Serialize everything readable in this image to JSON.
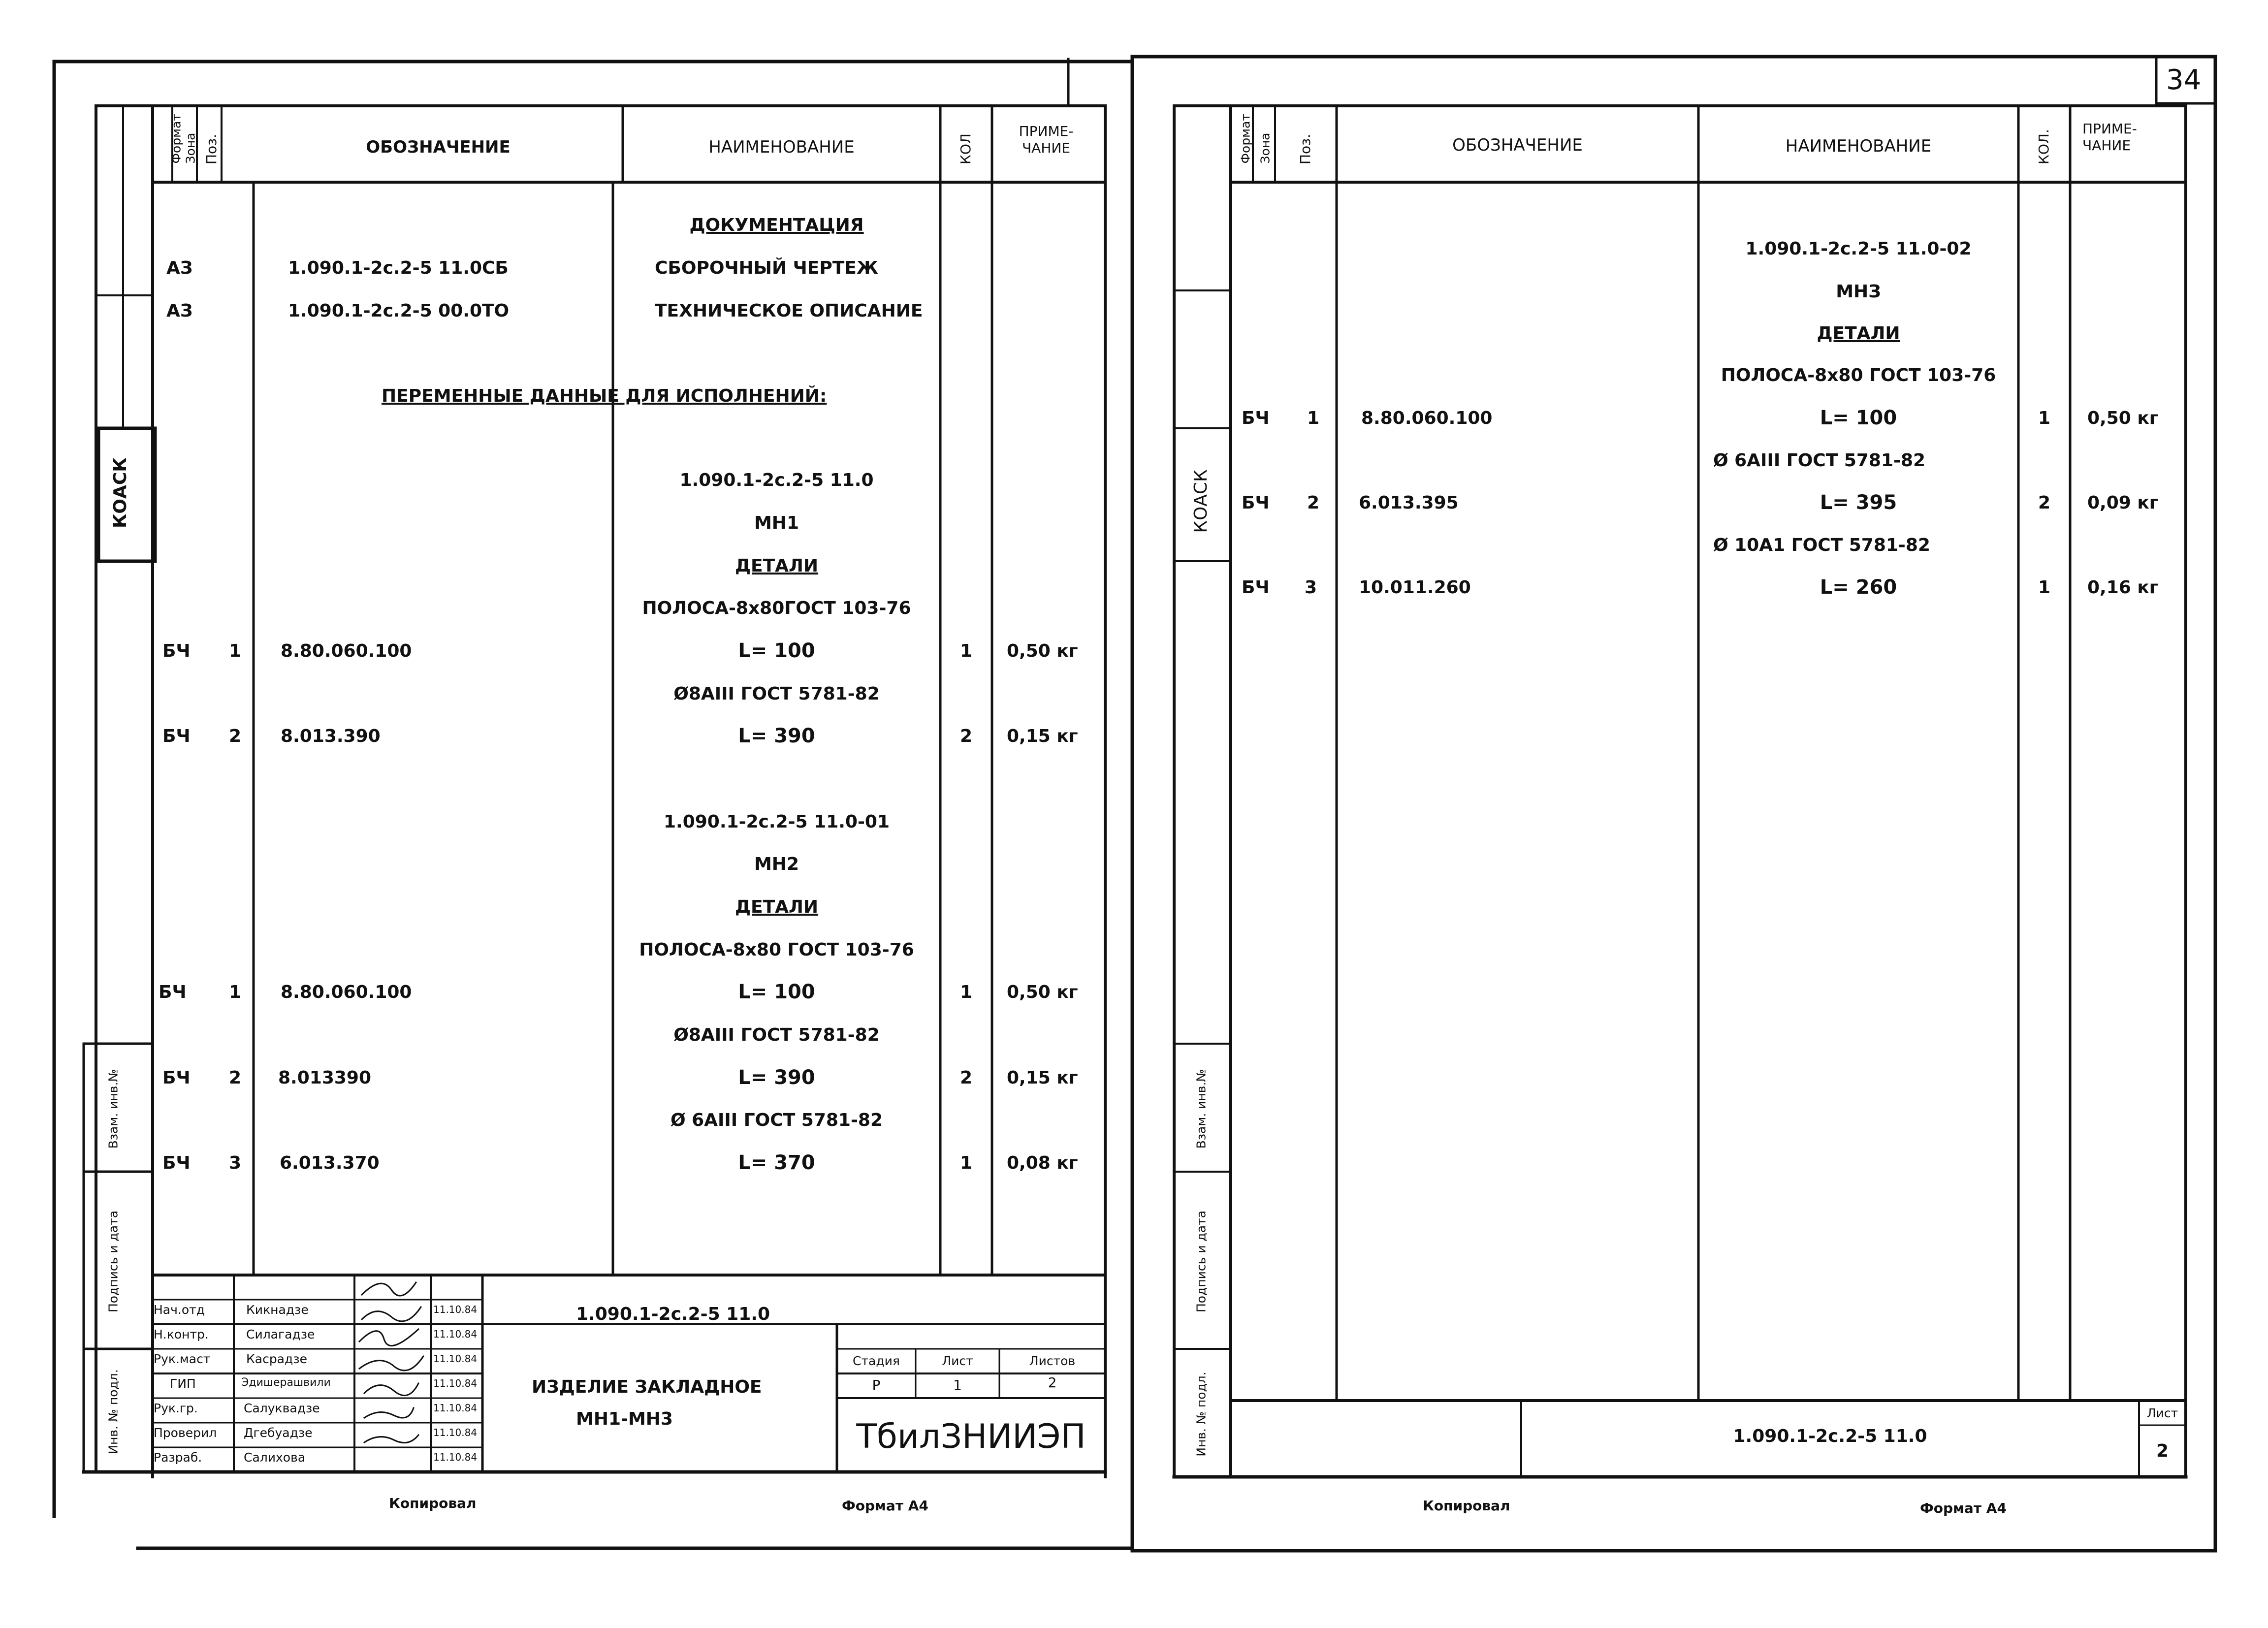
{
  "sheet_number": "34",
  "left": {
    "headers": {
      "format": "Формат",
      "zone": "Зона",
      "pos": "Поз.",
      "designation": "ОБОЗНАЧЕНИЕ",
      "name": "НАИМЕНОВАНИЕ",
      "qty": "КОЛ",
      "note": "ПРИМЕ- ЧАНИЕ"
    },
    "stamp_koask": "КОАСК",
    "side_labels": [
      "Взам. инв.№",
      "Подпись и дата",
      "Инв. № подл."
    ],
    "rows": [
      {
        "name": "ДОКУМЕНТАЦИЯ",
        "underline": true
      },
      {
        "format": "АЗ",
        "designation": "1.090.1-2с.2-5 11.0СБ",
        "name": "СБОРОЧНЫЙ ЧЕРТЕЖ"
      },
      {
        "format": "АЗ",
        "designation": "1.090.1-2с.2-5 00.0ТО",
        "name": "ТЕХНИЧЕСКОЕ ОПИСАНИЕ"
      },
      {
        "wide": "ПЕРЕМЕННЫЕ ДАННЫЕ ДЛЯ ИСПОЛНЕНИЙ:"
      },
      {
        "name": "1.090.1-2с.2-5 11.0"
      },
      {
        "name": "МН1"
      },
      {
        "name": "ДЕТАЛИ",
        "underline": true
      },
      {
        "name": "ПОЛОСА-8х80ГОСТ 103-76"
      },
      {
        "format": "БЧ",
        "pos": "1",
        "designation": "8.80.060.100",
        "name": "L= 100",
        "qty": "1",
        "note": "0,50 кг"
      },
      {
        "name": "Ø8АIII ГОСТ 5781-82"
      },
      {
        "format": "БЧ",
        "pos": "2",
        "designation": "8.013.390",
        "name": "L= 390",
        "qty": "2",
        "note": "0,15 кг"
      },
      {
        "name": "1.090.1-2с.2-5 11.0-01"
      },
      {
        "name": "МН2"
      },
      {
        "name": "ДЕТАЛИ",
        "underline": true
      },
      {
        "name": "ПОЛОСА-8х80 ГОСТ 103-76"
      },
      {
        "format": "БЧ",
        "pos": "1",
        "designation": "8.80.060.100",
        "name": "L= 100",
        "qty": "1",
        "note": "0,50 кг"
      },
      {
        "name": "Ø8АIII ГОСТ 5781-82"
      },
      {
        "format": "БЧ",
        "pos": "2",
        "designation": "8.013390",
        "name": "L= 390",
        "qty": "2",
        "note": "0,15 кг"
      },
      {
        "name": "Ø 6АIII ГОСТ 5781-82"
      },
      {
        "format": "БЧ",
        "pos": "3",
        "designation": "6.013.370",
        "name": "L= 370",
        "qty": "1",
        "note": "0,08 кг"
      }
    ],
    "title_block": {
      "doc_code": "1.090.1-2с.2-5 11.0",
      "people": [
        {
          "role": "Нач.отд",
          "name": "Кикнадзе",
          "date": "11.10.84"
        },
        {
          "role": "Н.контр.",
          "name": "Силагадзе",
          "date": "11.10.84"
        },
        {
          "role": "Рук.маст",
          "name": "Касрадзе",
          "date": "11.10.84"
        },
        {
          "role": "ГИП",
          "name": "Эдишерашвили",
          "date": "11.10.84"
        },
        {
          "role": "Рук.гр.",
          "name": "Салуквадзе",
          "date": "11.10.84"
        },
        {
          "role": "Проверил",
          "name": "Дгебуадзе",
          "date": "11.10.84"
        },
        {
          "role": "Разраб.",
          "name": "Салихова",
          "date": "11.10.84"
        }
      ],
      "title_line1": "ИЗДЕЛИЕ ЗАКЛАДНОЕ",
      "title_line2": "МН1-МН3",
      "stage_label": "Стадия",
      "sheet_label": "Лист",
      "sheets_label": "Листов",
      "stage": "Р",
      "sheet": "1",
      "sheets": "2",
      "org": "ТбилЗНИИЭП"
    },
    "footer_copied": "Копировал",
    "footer_format": "Формат А4"
  },
  "right": {
    "headers": {
      "format": "Формат",
      "zone": "Зона",
      "pos": "Поз.",
      "designation": "ОБОЗНАЧЕНИЕ",
      "name": "НАИМЕНОВАНИЕ",
      "qty": "КОЛ.",
      "note": "ПРИМЕ- ЧАНИЕ"
    },
    "stamp_koask": "КОАСК",
    "side_labels": [
      "Взам. инв.№",
      "Подпись и дата",
      "Инв. № подл."
    ],
    "rows": [
      {
        "name": "1.090.1-2с.2-5 11.0-02"
      },
      {
        "name": "МНЗ"
      },
      {
        "name": "ДЕТАЛИ",
        "underline": true
      },
      {
        "name": "ПОЛОСА-8х80 ГОСТ 103-76"
      },
      {
        "format": "БЧ",
        "pos": "1",
        "designation": "8.80.060.100",
        "name": "L= 100",
        "qty": "1",
        "note": "0,50 кг"
      },
      {
        "name": "Ø 6АIII ГОСТ 5781-82"
      },
      {
        "format": "БЧ",
        "pos": "2",
        "designation": "6.013.395",
        "name": "L= 395",
        "qty": "2",
        "note": "0,09 кг"
      },
      {
        "name": "Ø 10А1 ГОСТ 5781-82"
      },
      {
        "format": "БЧ",
        "pos": "3",
        "designation": "10.011.260",
        "name": "L= 260",
        "qty": "1",
        "note": "0,16 кг"
      }
    ],
    "title_block": {
      "doc_code": "1.090.1-2с.2-5 11.0",
      "sheet_label": "Лист",
      "sheet": "2"
    },
    "footer_copied": "Копировал",
    "footer_format": "Формат А4"
  }
}
